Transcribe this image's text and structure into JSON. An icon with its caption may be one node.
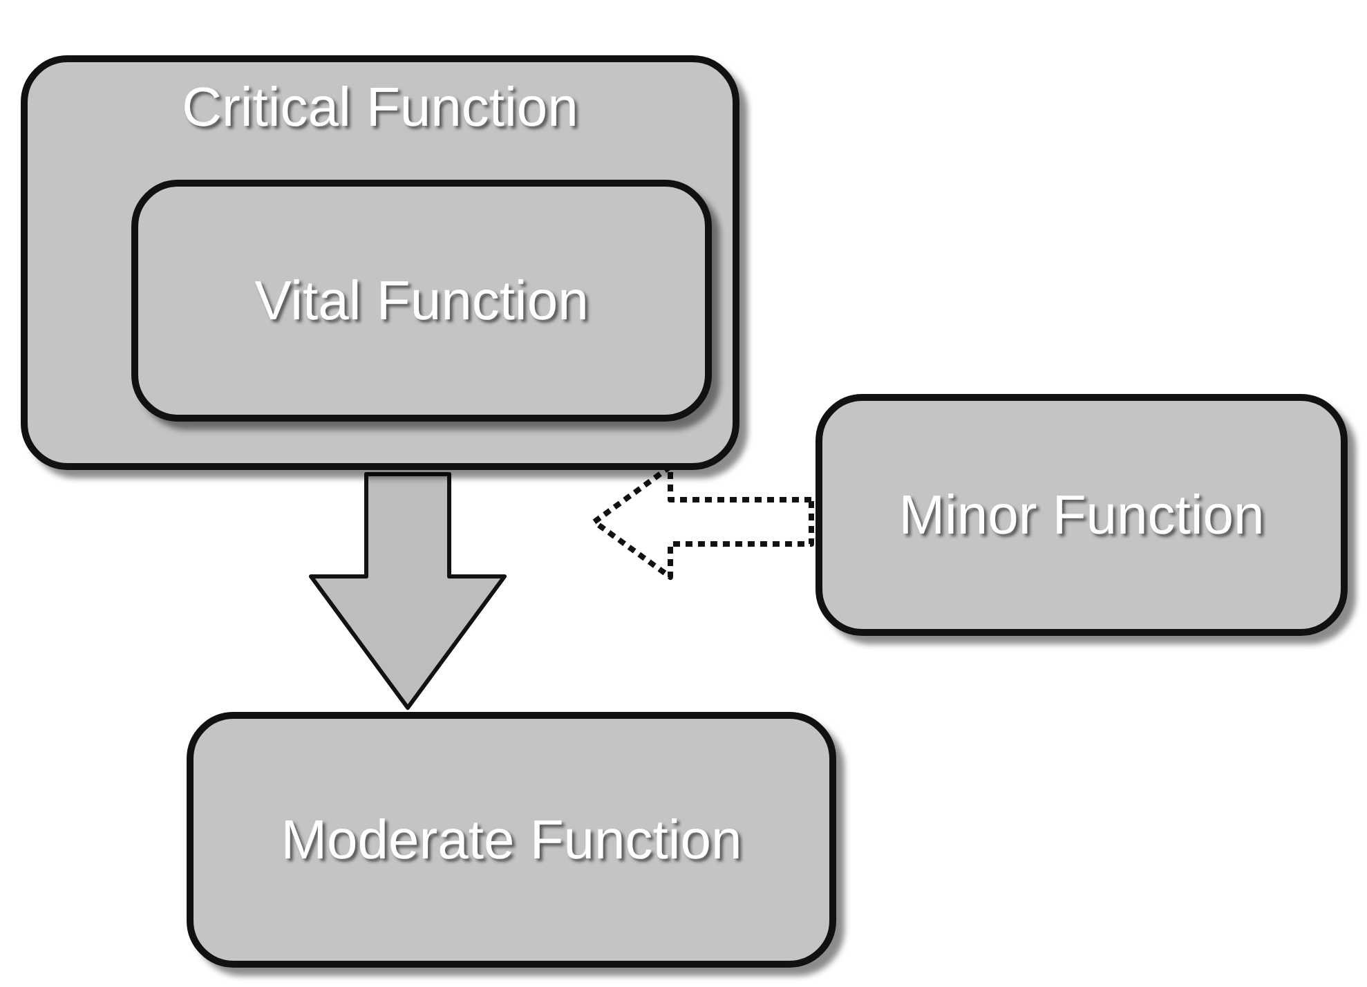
{
  "diagram": {
    "nodes": [
      {
        "text": [
          "Critical Function"
        ]
      },
      {
        "text": [
          "Vital Function"
        ],
        "in": 0
      },
      {
        "text": [
          "Minor Function"
        ]
      },
      {
        "text": [
          "Moderate Function"
        ]
      }
    ],
    "edges": [
      {
        "from": 0,
        "to": 3,
        "arrow": "to",
        "style": "thick"
      },
      {
        "from": 2,
        "to": null,
        "arrow": "to",
        "style": "dashed"
      }
    ]
  }
}
